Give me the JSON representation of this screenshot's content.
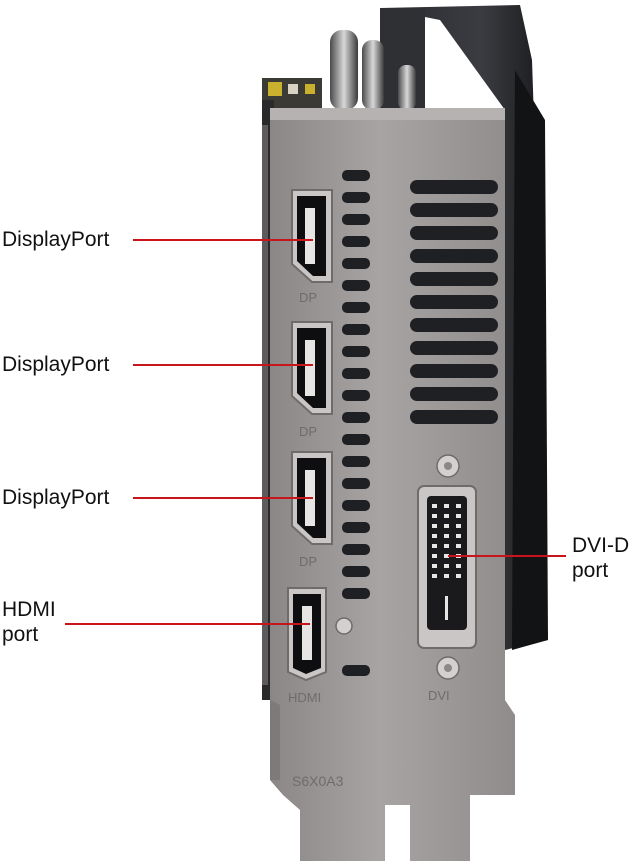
{
  "callouts": {
    "dp1": "DisplayPort",
    "dp2": "DisplayPort",
    "dp3": "DisplayPort",
    "hdmi_line1": "HDMI",
    "hdmi_line2": "port",
    "dvi_line1": "DVI-D",
    "dvi_line2": "port"
  },
  "bracket_markings": {
    "dp1": "DP",
    "dp2": "DP",
    "dp3": "DP",
    "hdmi": "HDMI",
    "dvi": "DVI",
    "part_code": "S6X0A3"
  },
  "colors": {
    "callout_line": "#c8151b",
    "bracket": "#9a9796",
    "cooler": "#1e1f22",
    "connector": "#0e0e10"
  }
}
